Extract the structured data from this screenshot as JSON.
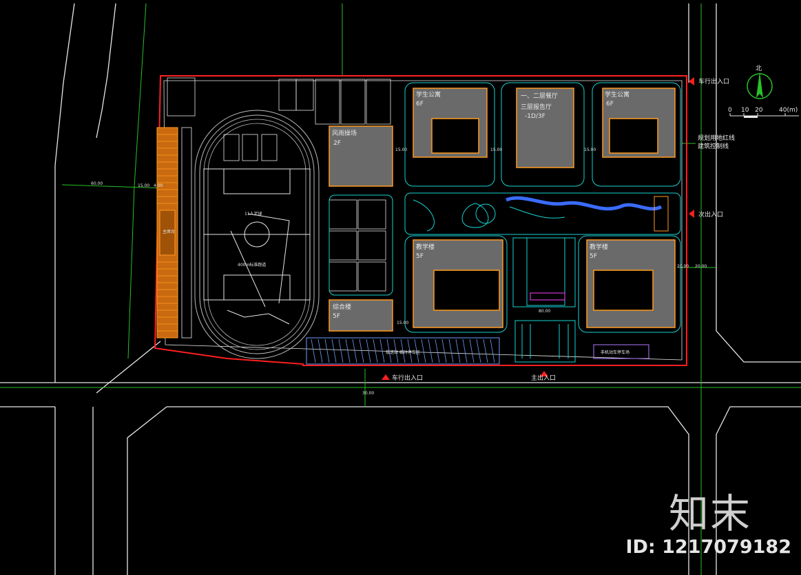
{
  "buildings": {
    "dorm_left": {
      "name": "学生公寓",
      "floors": "6F"
    },
    "canteen": {
      "line1": "一、二层餐厅",
      "line2": "三层报告厅",
      "line3": "-1D/3F"
    },
    "dorm_right": {
      "name": "学生公寓",
      "floors": "6F"
    },
    "gym": {
      "name": "风雨操场",
      "floors": "2F"
    },
    "teach_left": {
      "name": "教学楼",
      "floors": "5F"
    },
    "teach_right": {
      "name": "教学楼",
      "floors": "5F"
    },
    "complex": {
      "name": "综合楼",
      "floors": "5F"
    }
  },
  "entrances": {
    "vehicle_ne": "车行出入口",
    "secondary_e": "次出入口",
    "vehicle_s": "车行出入口",
    "main_s": "主出入口"
  },
  "annotations": {
    "redline": "规划用地红线",
    "setback": "建筑控制线",
    "field": "11人足球",
    "track": "400m标准跑道",
    "stage": "主席台",
    "parking": "非机动车停车场",
    "bus": "接送站 临时停车区"
  },
  "dimensions": [
    "60.00",
    "15.00",
    "4.00",
    "15.00",
    "15.00",
    "15.00",
    "80.00",
    "15.00",
    "20.00",
    "20.00",
    "30.00"
  ],
  "north_arrow": {
    "label": "北",
    "scale": [
      "0",
      "10",
      "20",
      "40(m)"
    ]
  },
  "watermark": {
    "logo": "知末",
    "id": "ID: 1217079182"
  },
  "colors": {
    "red": "#ff2020",
    "green": "#27c227",
    "white": "#e8e8e8",
    "orange": "#ff9a1f",
    "cyan": "#16d4d4",
    "grey": "#6a6a6a"
  }
}
